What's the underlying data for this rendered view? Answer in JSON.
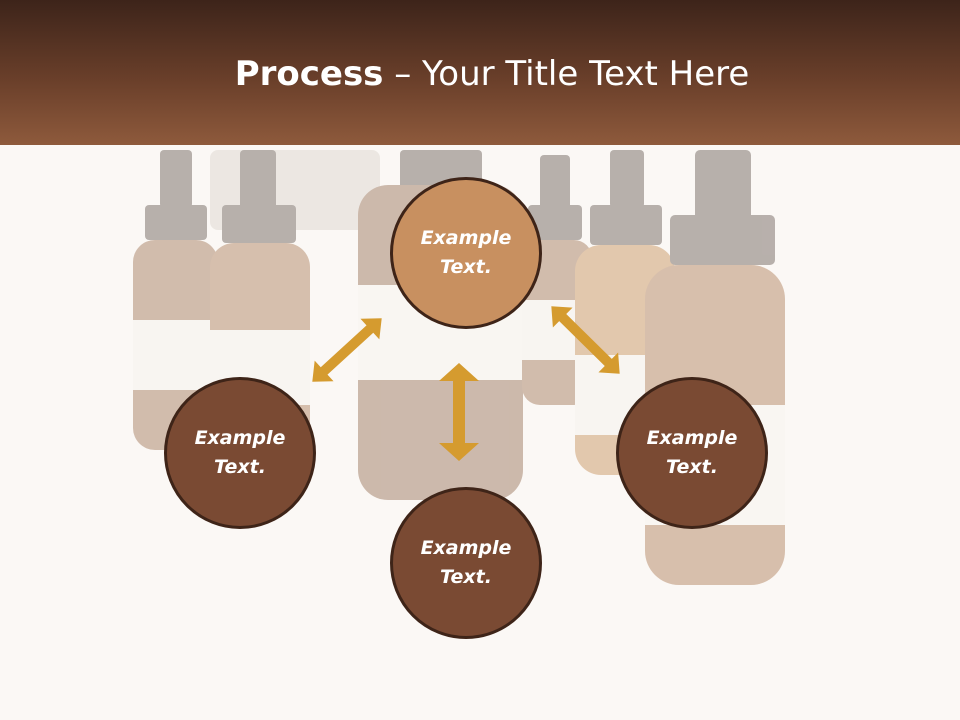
{
  "slide": {
    "title_bold": "Process",
    "title_rest": " – Your Title Text Here"
  },
  "nodes": {
    "top": {
      "line1": "Example",
      "line2": "Text."
    },
    "left": {
      "line1": "Example",
      "line2": "Text."
    },
    "right": {
      "line1": "Example",
      "line2": "Text."
    },
    "bottom": {
      "line1": "Example",
      "line2": "Text."
    }
  },
  "colors": {
    "header_dark": "#3d241a",
    "header_light": "#8e5a3c",
    "top_circle": "#c89060",
    "circle": "#7a4a33",
    "arrow": "#d59b2f"
  }
}
